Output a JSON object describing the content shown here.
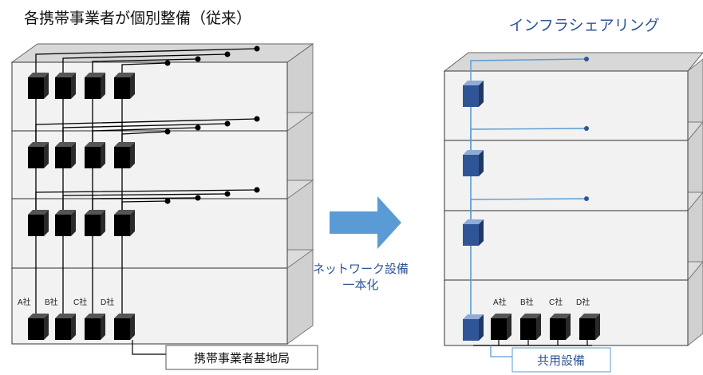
{
  "left": {
    "title": "各携帯事業者が個別整備（従来）",
    "carriers": [
      "A社",
      "B社",
      "C社",
      "D社"
    ],
    "callout": "携帯事業者基地局"
  },
  "arrow": {
    "label_line1": "ネットワーク設備",
    "label_line2": "一本化",
    "color": "#5b9bd5"
  },
  "right": {
    "title": "インフラシェアリング",
    "carriers": [
      "A社",
      "B社",
      "C社",
      "D社"
    ],
    "callout": "共用設備",
    "accent": "#2f5597"
  }
}
